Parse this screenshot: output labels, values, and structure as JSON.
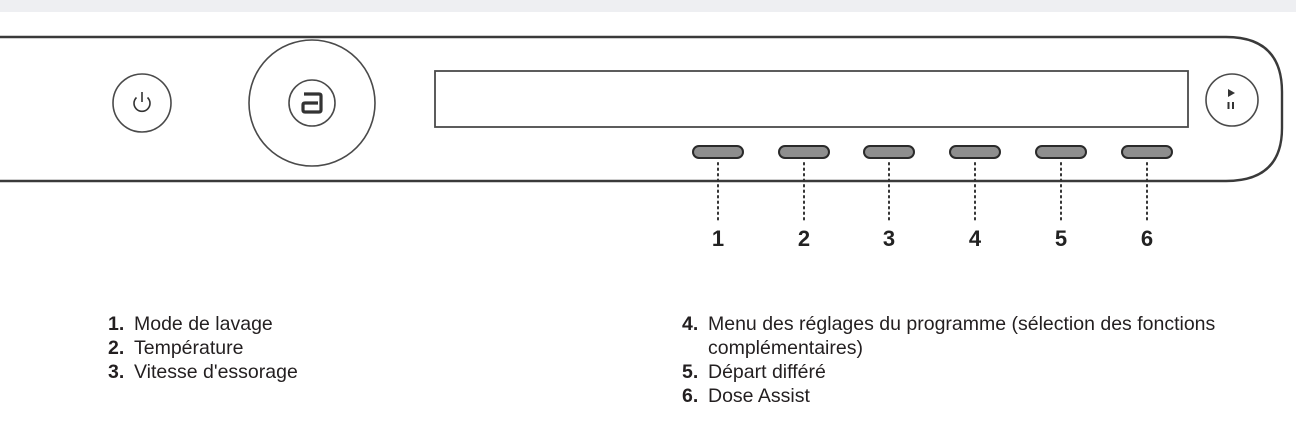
{
  "colors": {
    "panel_stroke": "#3a3a3a",
    "button_fill": "#8e8e8e",
    "top_band": "#eeeff2"
  },
  "panel": {
    "power_icon": "power-icon",
    "brand_icon": "brand-a-icon",
    "start_pause_icon": "play-pause-icon"
  },
  "callouts": [
    "1",
    "2",
    "3",
    "4",
    "5",
    "6"
  ],
  "legend": {
    "left": [
      {
        "num": "1.",
        "text": "Mode de lavage"
      },
      {
        "num": "2.",
        "text": "Température"
      },
      {
        "num": "3.",
        "text": "Vitesse d'essorage"
      }
    ],
    "right": [
      {
        "num": "4.",
        "text": "Menu des réglages du programme (sélection des fonctions complémentaires)"
      },
      {
        "num": "5.",
        "text": "Départ différé"
      },
      {
        "num": "6.",
        "text": "Dose Assist"
      }
    ]
  }
}
